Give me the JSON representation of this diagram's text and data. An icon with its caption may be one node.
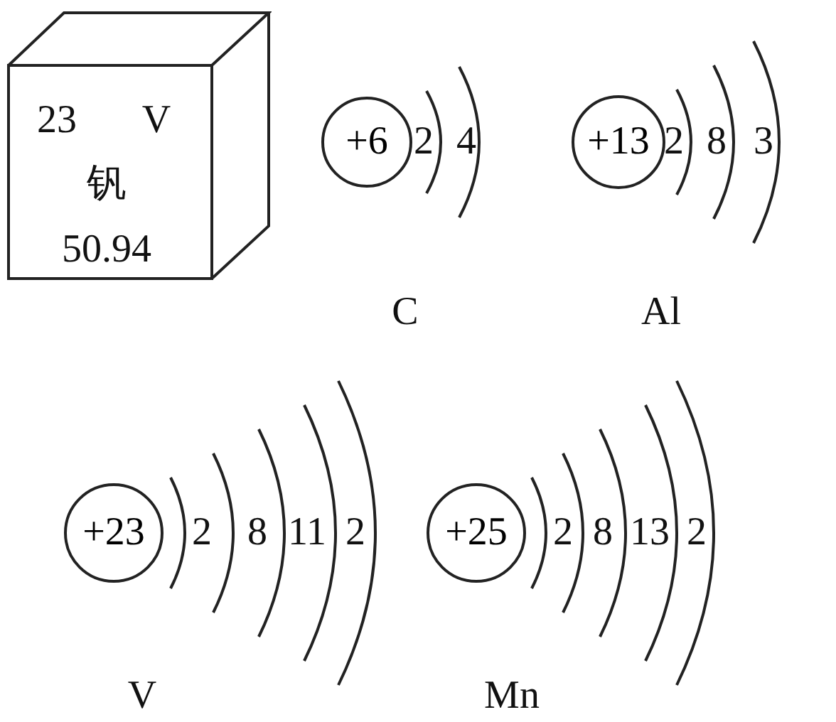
{
  "diagram": {
    "nodes": [
      {
        "text": [
          "23",
          "V",
          "钒",
          "50.94"
        ]
      },
      {
        "text": [
          "+6"
        ]
      },
      {
        "text": [
          "+13"
        ]
      },
      {
        "text": [
          "+23"
        ]
      },
      {
        "text": [
          "+25"
        ]
      }
    ],
    "labels": [
      "2",
      "4",
      "2",
      "8",
      "3",
      "C",
      "Al",
      "2",
      "8",
      "11",
      "2",
      "2",
      "8",
      "13",
      "2",
      "V",
      "Mn"
    ]
  }
}
